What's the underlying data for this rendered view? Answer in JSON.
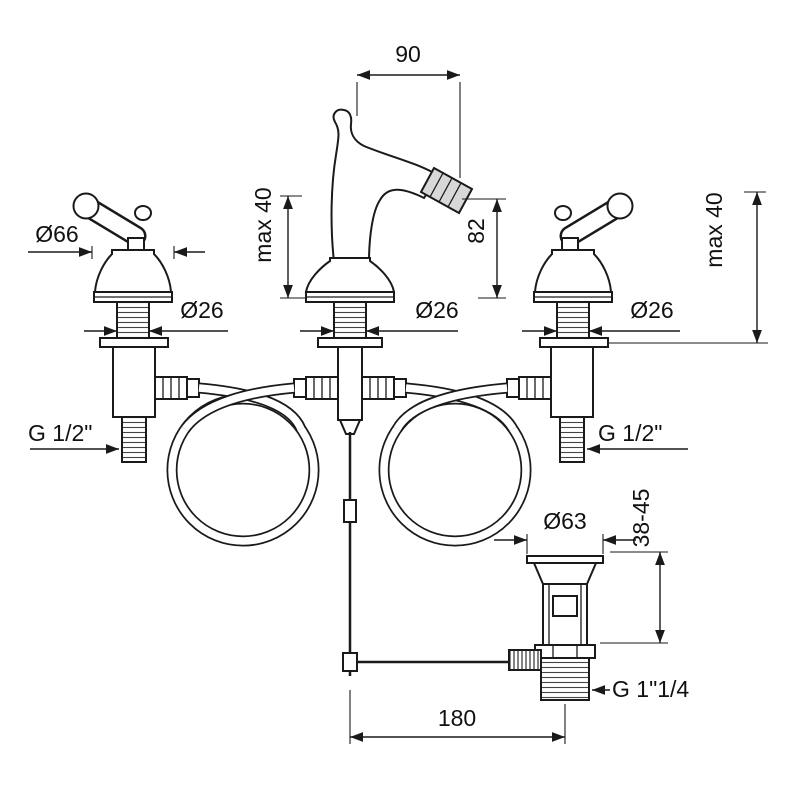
{
  "labels": {
    "spout_reach": "90",
    "deck_max_left": "max 40",
    "outlet_height": "82",
    "deck_max_right": "max 40",
    "handle_dia": "Ø66",
    "shank_dia_left": "Ø26",
    "shank_dia_center": "Ø26",
    "shank_dia_right": "Ø26",
    "thread_left": "G 1/2\"",
    "thread_right": "G 1/2\"",
    "drain_dia": "Ø63",
    "drain_range": "38-45",
    "centre_distance": "180",
    "drain_thread": "G 1\"1/4"
  }
}
